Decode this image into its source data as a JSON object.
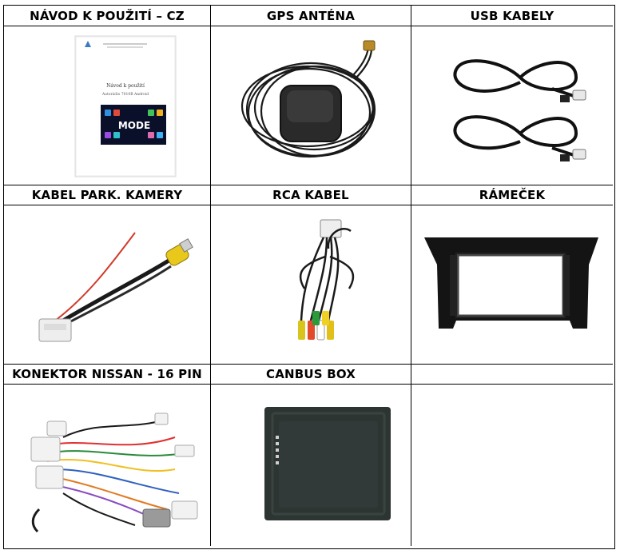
{
  "headers": [
    "NÁVOD K POUŽITÍ – CZ",
    "GPS ANTÉNA",
    "USB KABELY",
    "KABEL PARK. KAMERY",
    "RCA KABEL",
    "RÁMEČEK",
    "KONEKTOR NISSAN - 16 PIN",
    "CANBUS BOX",
    ""
  ],
  "manual": {
    "title": "Návod k použití",
    "subtitle": "Autorádio 7010B Android",
    "screen_logo": "MODE"
  }
}
